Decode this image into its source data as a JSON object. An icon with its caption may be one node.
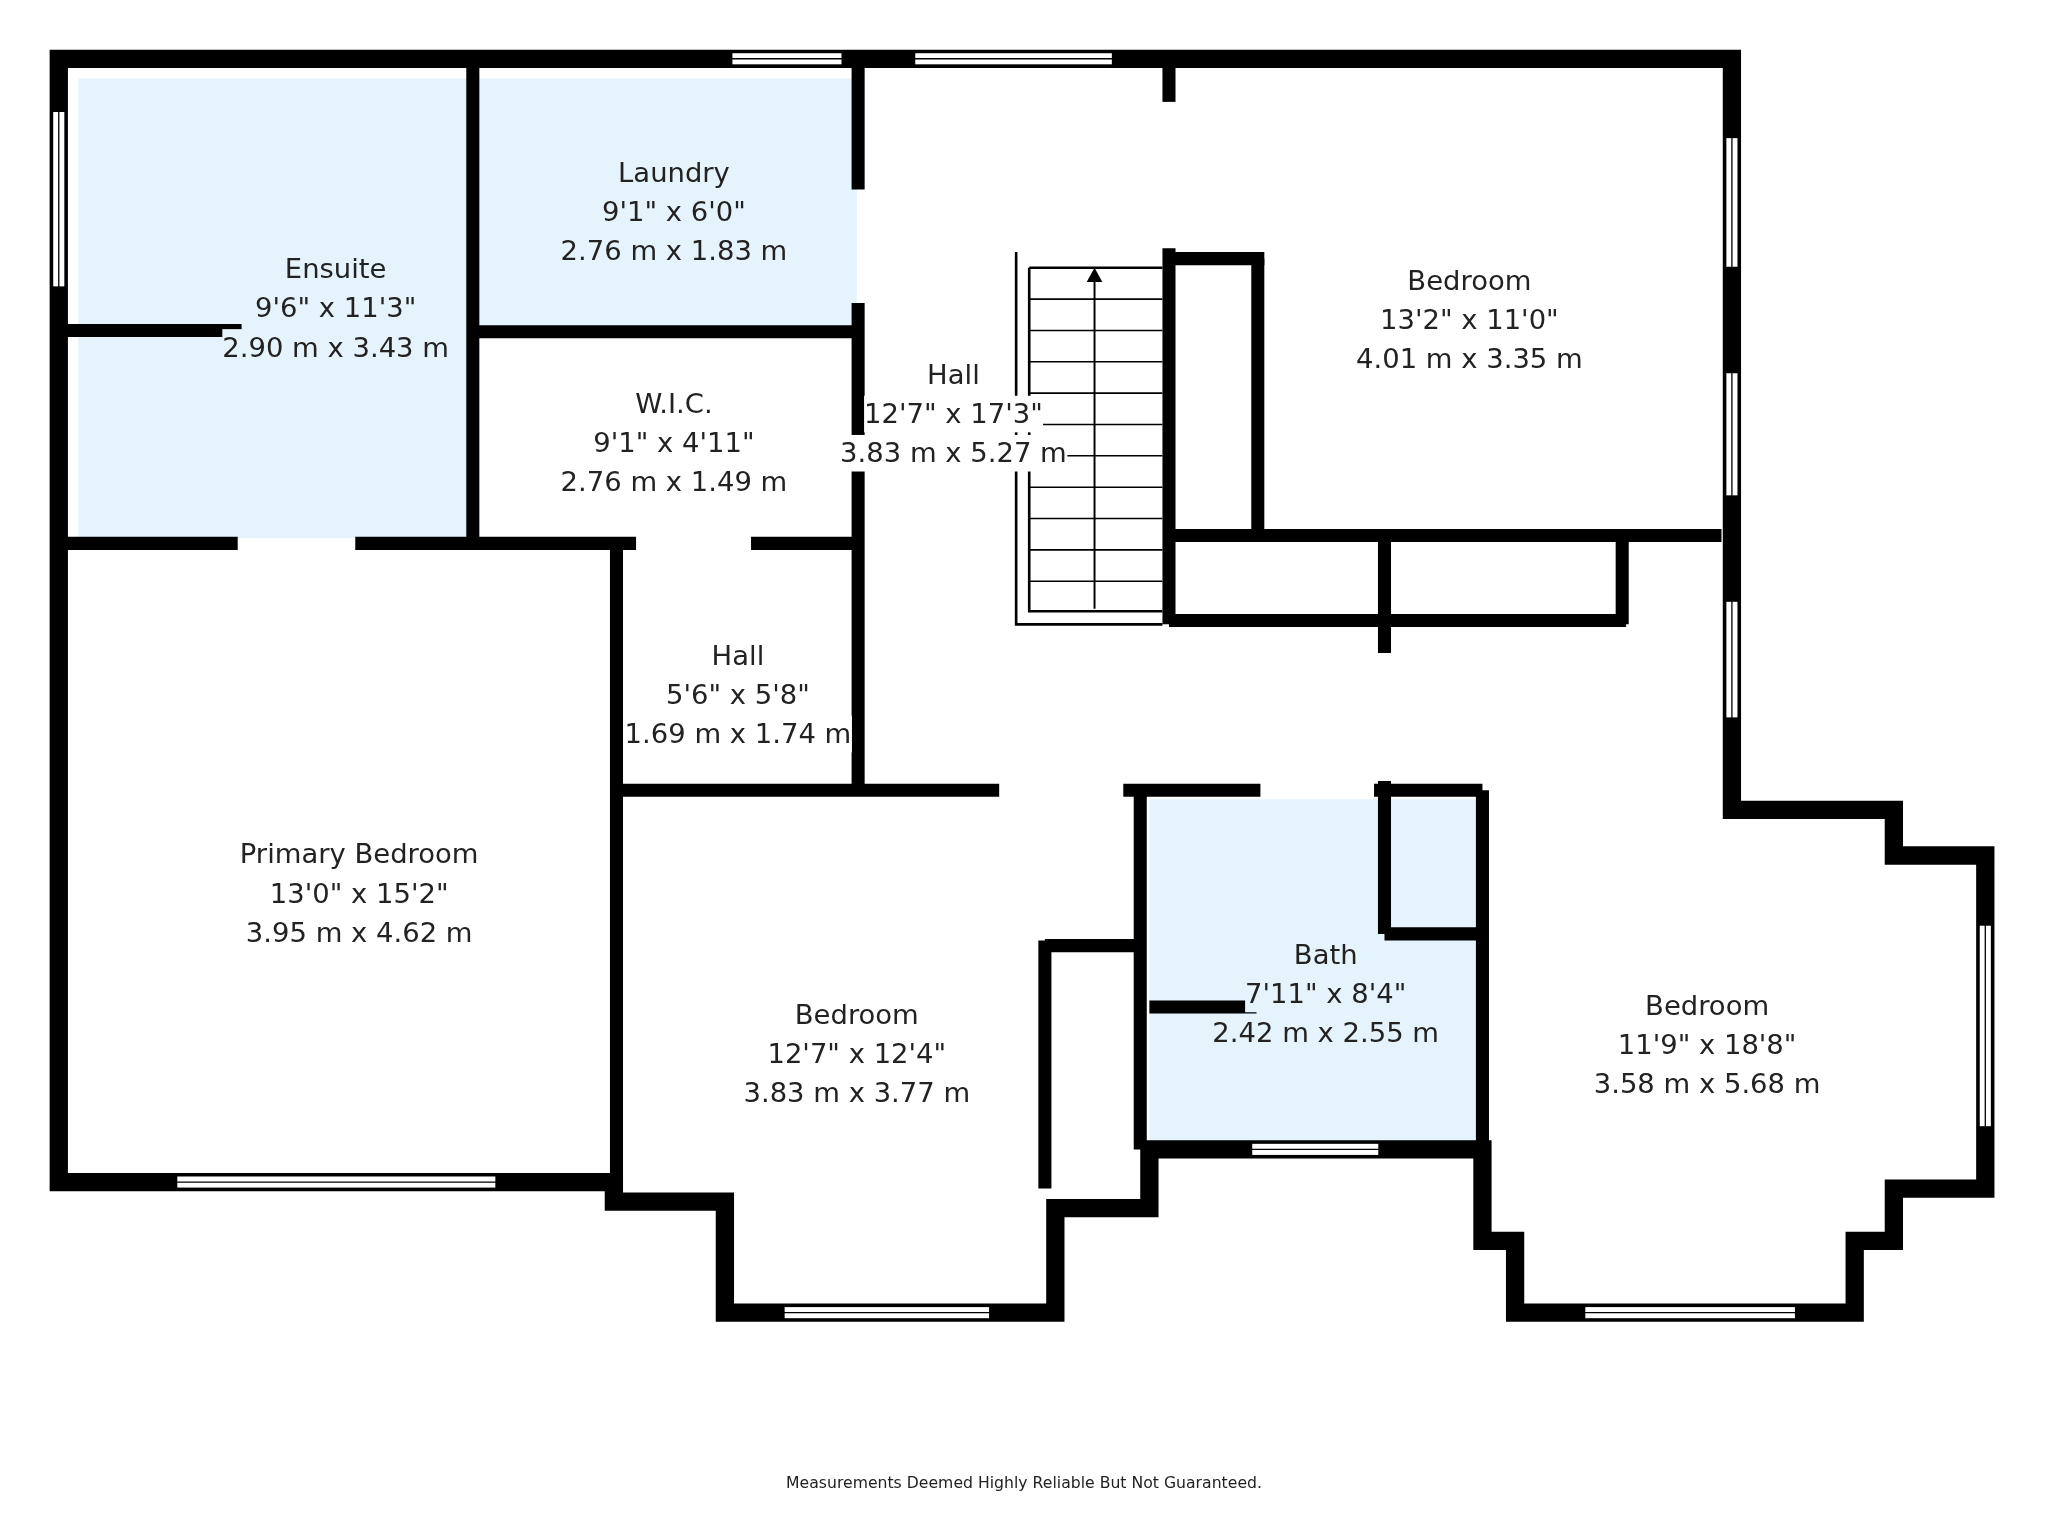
{
  "diagram": {
    "nodes": [
      {
        "text": [
          "Ensuite",
          "9'6\" x 11'3\"",
          "2.90 m x 3.43 m"
        ]
      },
      {
        "text": [
          "Laundry",
          "9'1\" x 6'0\"",
          "2.76 m x 1.83 m"
        ]
      },
      {
        "text": [
          "W.I.C.",
          "9'1\" x 4'11\"",
          "2.76 m x 1.49 m"
        ]
      },
      {
        "text": [
          "Hall",
          "12'7\" x 17'3\"",
          "3.83 m x 5.27 m"
        ]
      },
      {
        "text": [
          "Bedroom",
          "13'2\" x 11'0\"",
          "4.01 m x 3.35 m"
        ]
      },
      {
        "text": [
          "Hall",
          "5'6\" x 5'8\"",
          "1.69 m x 1.74 m"
        ]
      },
      {
        "text": [
          "Primary Bedroom",
          "13'0\" x 15'2\"",
          "3.95 m x 4.62 m"
        ]
      },
      {
        "text": [
          "Bedroom",
          "12'7\" x 12'4\"",
          "3.83 m x 3.77 m"
        ]
      },
      {
        "text": [
          "Bath",
          "7'11\" x 8'4\"",
          "2.42 m x 2.55 m"
        ]
      },
      {
        "text": [
          "Bedroom",
          "11'9\" x 18'8\"",
          "3.58 m x 5.68 m"
        ]
      }
    ],
    "labels": [
      "Measurements Deemed Highly Reliable But Not Guaranteed."
    ]
  }
}
